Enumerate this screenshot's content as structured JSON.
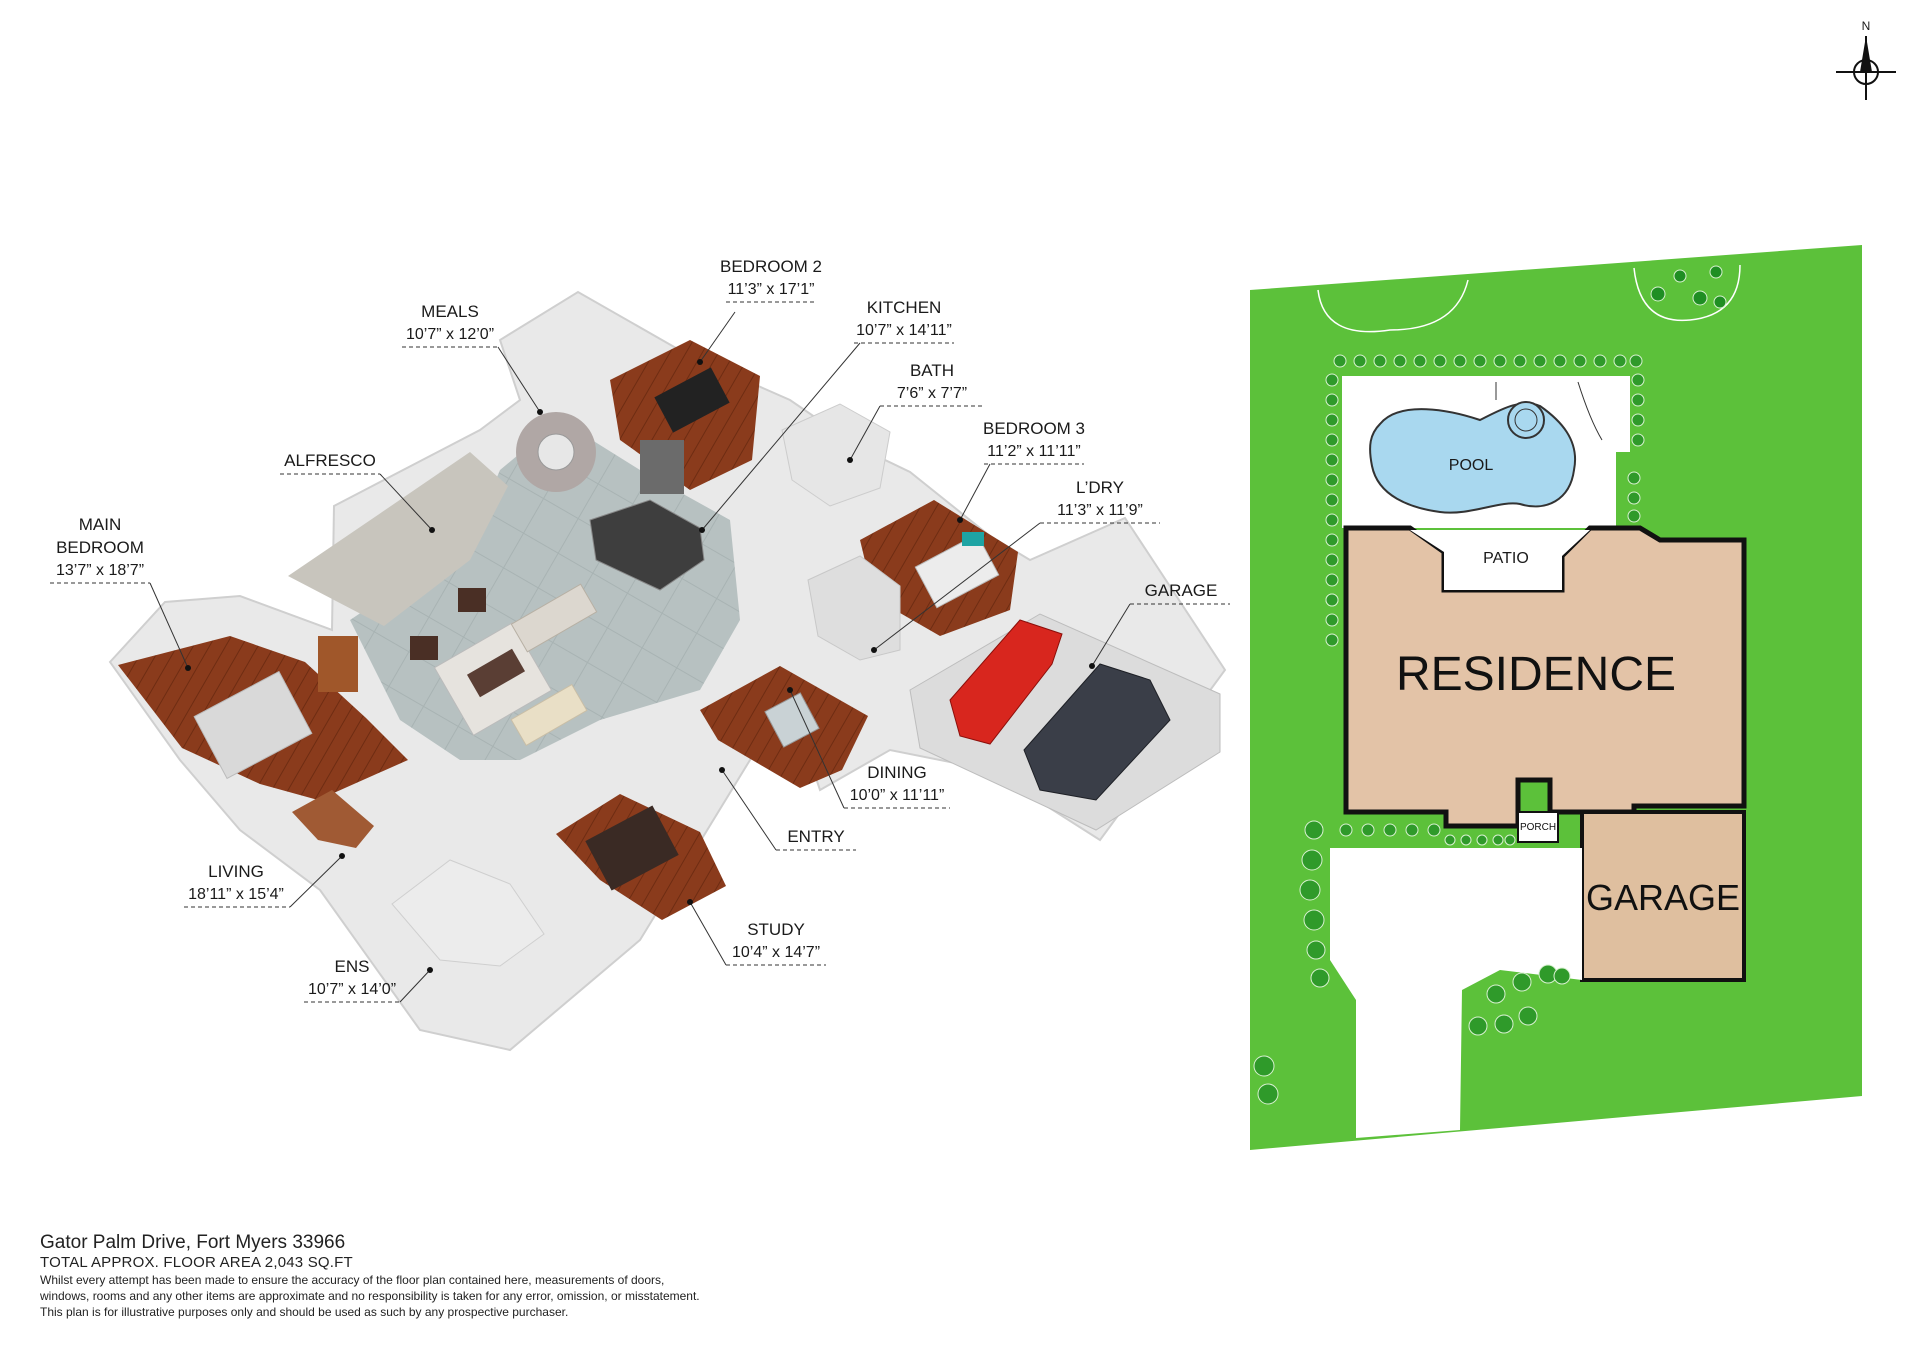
{
  "compass": {
    "label": "N"
  },
  "rooms": [
    {
      "name": "BEDROOM 2",
      "dim": "11’3” x 17’1”"
    },
    {
      "name": "KITCHEN",
      "dim": "10’7” x 14’11”"
    },
    {
      "name": "MEALS",
      "dim": "10’7” x 12’0”"
    },
    {
      "name": "BATH",
      "dim": "7’6” x 7’7”"
    },
    {
      "name": "BEDROOM 3",
      "dim": "11’2” x 11’11”"
    },
    {
      "name": "ALFRESCO",
      "dim": ""
    },
    {
      "name": "L’DRY",
      "dim": "11’3” x 11’9”"
    },
    {
      "name": "MAIN\nBEDROOM",
      "dim": "13’7” x 18’7”"
    },
    {
      "name": "GARAGE",
      "dim": ""
    },
    {
      "name": "DINING",
      "dim": "10’0” x 11’11”"
    },
    {
      "name": "ENTRY",
      "dim": ""
    },
    {
      "name": "LIVING",
      "dim": "18’11” x 15’4”"
    },
    {
      "name": "STUDY",
      "dim": "10’4” x 14’7”"
    },
    {
      "name": "ENS",
      "dim": "10’7” x 14’0”"
    }
  ],
  "site": {
    "pool": "POOL",
    "patio": "PATIO",
    "residence": "RESIDENCE",
    "porch": "PORCH",
    "garage": "GARAGE"
  },
  "colors": {
    "lawn": "#5cc13a",
    "hedge": "#2f9a2a",
    "residence": "#e3c3a7",
    "garage": "#dfbf9f",
    "pool": "#a9d8ef",
    "wood": "#8a3b1c",
    "tile": "#b9c3c3"
  },
  "footer": {
    "address": "Gator Palm Drive, Fort Myers 33966",
    "area": "TOTAL APPROX. FLOOR AREA 2,043 SQ.FT",
    "disclaimer_1": "Whilst every attempt has been made to ensure the accuracy of the floor plan contained here, measurements of doors,",
    "disclaimer_2": "windows, rooms and any other items are approximate and no responsibility is taken for any error, omission, or misstatement.",
    "disclaimer_3": "This plan is for illustrative purposes only and should be used as such by any prospective purchaser."
  }
}
